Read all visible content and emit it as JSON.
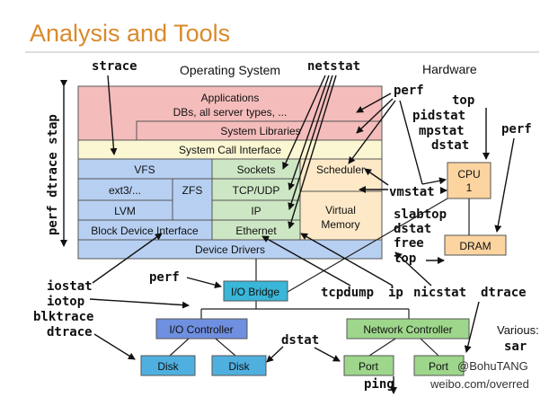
{
  "title": "Analysis and Tools",
  "headings": {
    "os": "Operating System",
    "hw": "Hardware"
  },
  "os": {
    "applications": "Applications",
    "app_sub": "DBs, all server types, ...",
    "system_libraries": "System Libraries",
    "syscall": "System Call Interface",
    "vfs": "VFS",
    "ext3": "ext3/...",
    "zfs": "ZFS",
    "lvm": "LVM",
    "block": "Block Device Interface",
    "sockets": "Sockets",
    "tcpudp": "TCP/UDP",
    "ip": "IP",
    "ethernet": "Ethernet",
    "scheduler": "Scheduler",
    "vm_line1": "Virtual",
    "vm_line2": "Memory",
    "device_drivers": "Device Drivers"
  },
  "hw": {
    "cpu_line1": "CPU",
    "cpu_line2": "1",
    "dram": "DRAM",
    "io_bridge": "I/O Bridge",
    "io_controller": "I/O Controller",
    "network_controller": "Network Controller",
    "disk1": "Disk",
    "disk2": "Disk",
    "port1": "Port",
    "port2": "Port"
  },
  "tools": {
    "strace": "strace",
    "netstat": "netstat",
    "perf_top": "perf",
    "top": "top",
    "pidstat": "pidstat",
    "mpstat": "mpstat",
    "dstat_hw": "dstat",
    "perf_hw": "perf",
    "vmstat": "vmstat",
    "slabtop": "slabtop",
    "dstat_mem": "dstat",
    "free": "free",
    "top_mem": "top",
    "side_vertical": "perf dtrace stap",
    "perf_bridge": "perf",
    "iostat": "iostat",
    "iotop": "iotop",
    "blktrace": "blktrace",
    "dtrace_left": "dtrace",
    "tcpdump": "tcpdump",
    "ip": "ip",
    "nicstat": "nicstat",
    "dtrace_right": "dtrace",
    "dstat_disk": "dstat",
    "ping": "ping"
  },
  "various": {
    "label": "Various:",
    "sar": "sar"
  },
  "watermark": {
    "line1": "@BohuTANG",
    "line2": "weibo.com/overred"
  },
  "colors": {
    "title": "#d98a2c",
    "app": "#f5bcbc",
    "syscall": "#fbf7d2",
    "vfs": "#b7d0f2",
    "net": "#cde6c3",
    "sched": "#fde9c8",
    "cpu": "#fbd4a0",
    "bridge": "#39b6d8",
    "ioctrl": "#6f8fe0",
    "disk": "#4fb0e0",
    "green": "#9ed68b"
  }
}
